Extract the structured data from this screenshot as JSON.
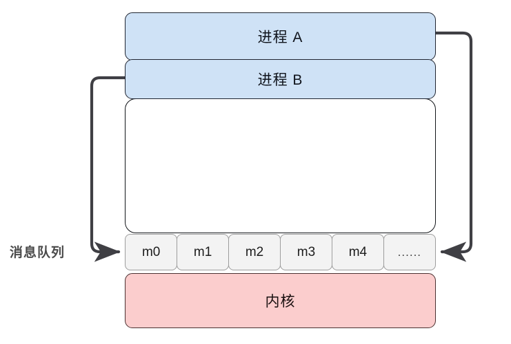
{
  "diagram": {
    "title": "message-queue-ipc",
    "colors": {
      "process_fill": "#cfe2f6",
      "process_stroke": "#1f2430",
      "kernel_fill": "#fbcdcd",
      "kernel_stroke": "#4a3030",
      "queue_cell_fill": "#f3f3f3",
      "queue_cell_stroke": "#9d9d9d",
      "userspace_fill": "#ffffff",
      "userspace_stroke": "#111418",
      "arrow_stroke": "#3f3f44",
      "label_color": "#4a4a4a",
      "background": "#ffffff"
    },
    "processes": [
      {
        "id": "proc-a",
        "label": "进程 A"
      },
      {
        "id": "proc-b",
        "label": "进程 B"
      }
    ],
    "userspace": {
      "label": ""
    },
    "queue": {
      "side_label": "消息队列",
      "cells": [
        {
          "label": "m0"
        },
        {
          "label": "m1"
        },
        {
          "label": "m2"
        },
        {
          "label": "m3"
        },
        {
          "label": "m4"
        },
        {
          "label": "......"
        }
      ]
    },
    "kernel": {
      "label": "内核"
    },
    "arrows": [
      {
        "id": "arrow-proc-a-to-queue-tail",
        "from": "proc-a",
        "to": "queue-cell-ellipsis",
        "direction": "right-side-down-then-left"
      },
      {
        "id": "arrow-proc-b-to-queue-head",
        "from": "proc-b",
        "to": "queue-cell-m0",
        "direction": "left-side-down-then-right"
      }
    ]
  }
}
